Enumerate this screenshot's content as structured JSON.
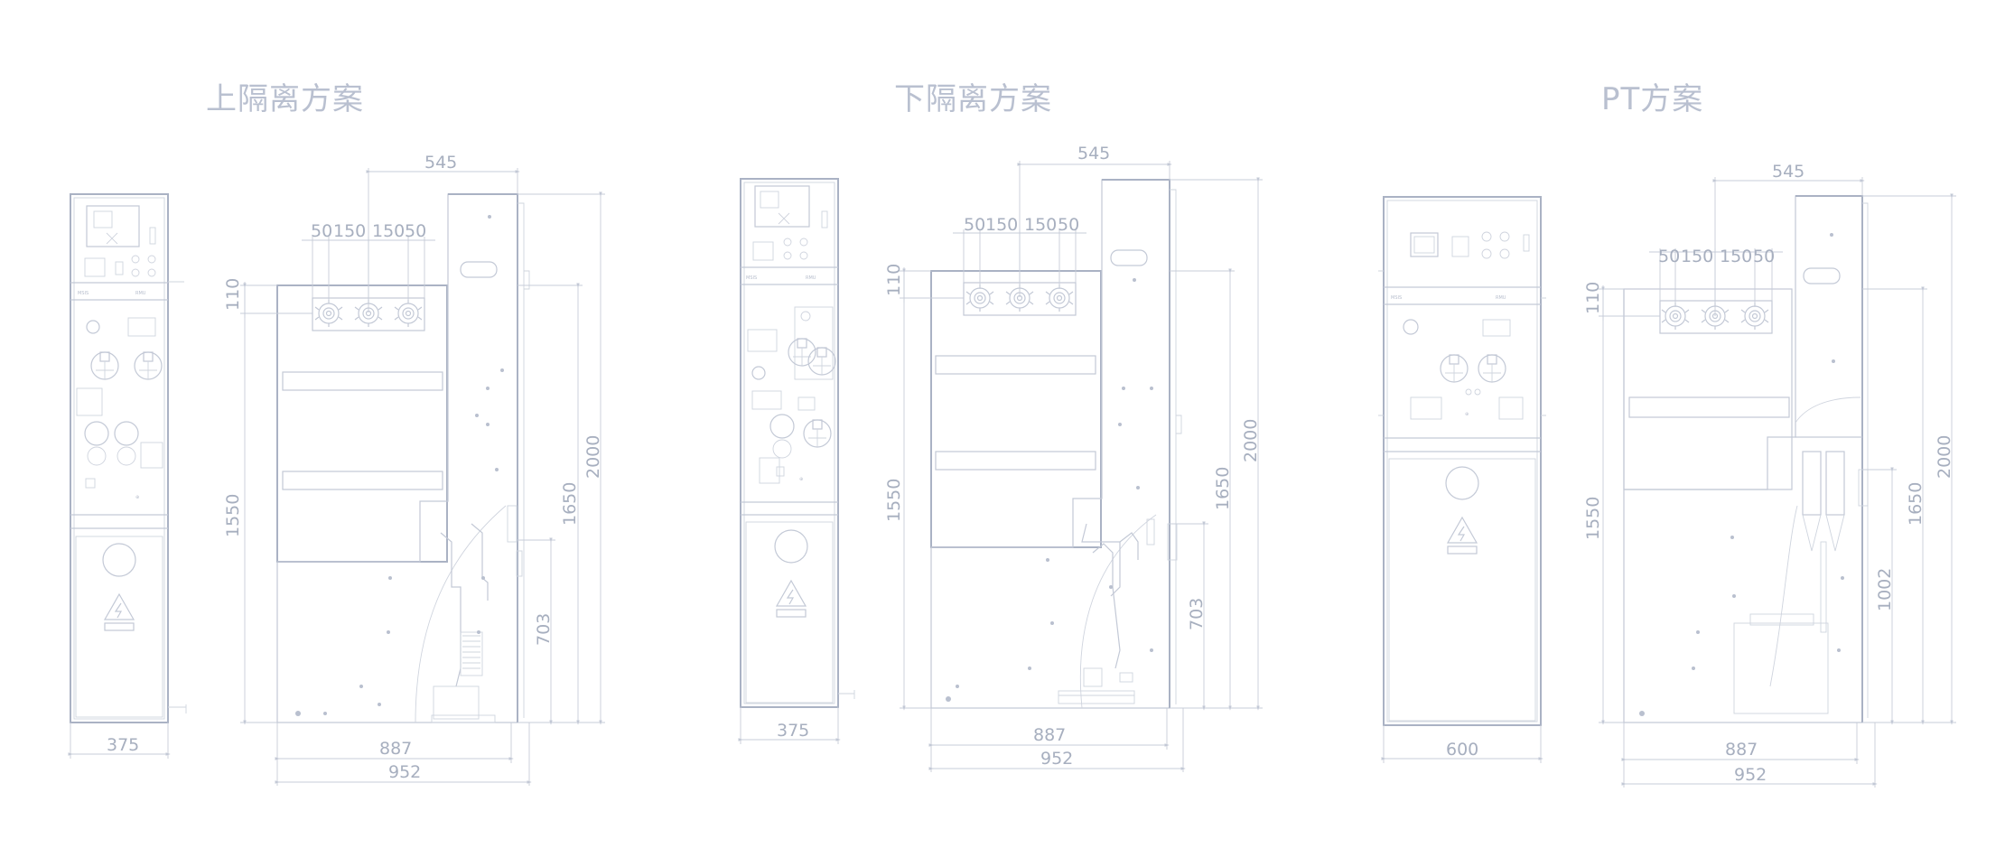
{
  "titles": {
    "upper": "上隔离方案",
    "lower": "下隔离方案",
    "pt": "PT方案"
  },
  "labels": {
    "warning": "高压危险",
    "brand": "MSIS"
  },
  "dims": {
    "d375": "375",
    "d600": "600",
    "d545": "545",
    "d50": "50",
    "d150": "150",
    "d887": "887",
    "d952": "952",
    "d110": "110",
    "d1550": "1550",
    "d1650": "1650",
    "d2000": "2000",
    "d703": "703",
    "d1002": "1002"
  },
  "colors": {
    "line": "#c3c9d6",
    "title": "#b9c0d0",
    "dimension_text": "#a7afbf"
  }
}
